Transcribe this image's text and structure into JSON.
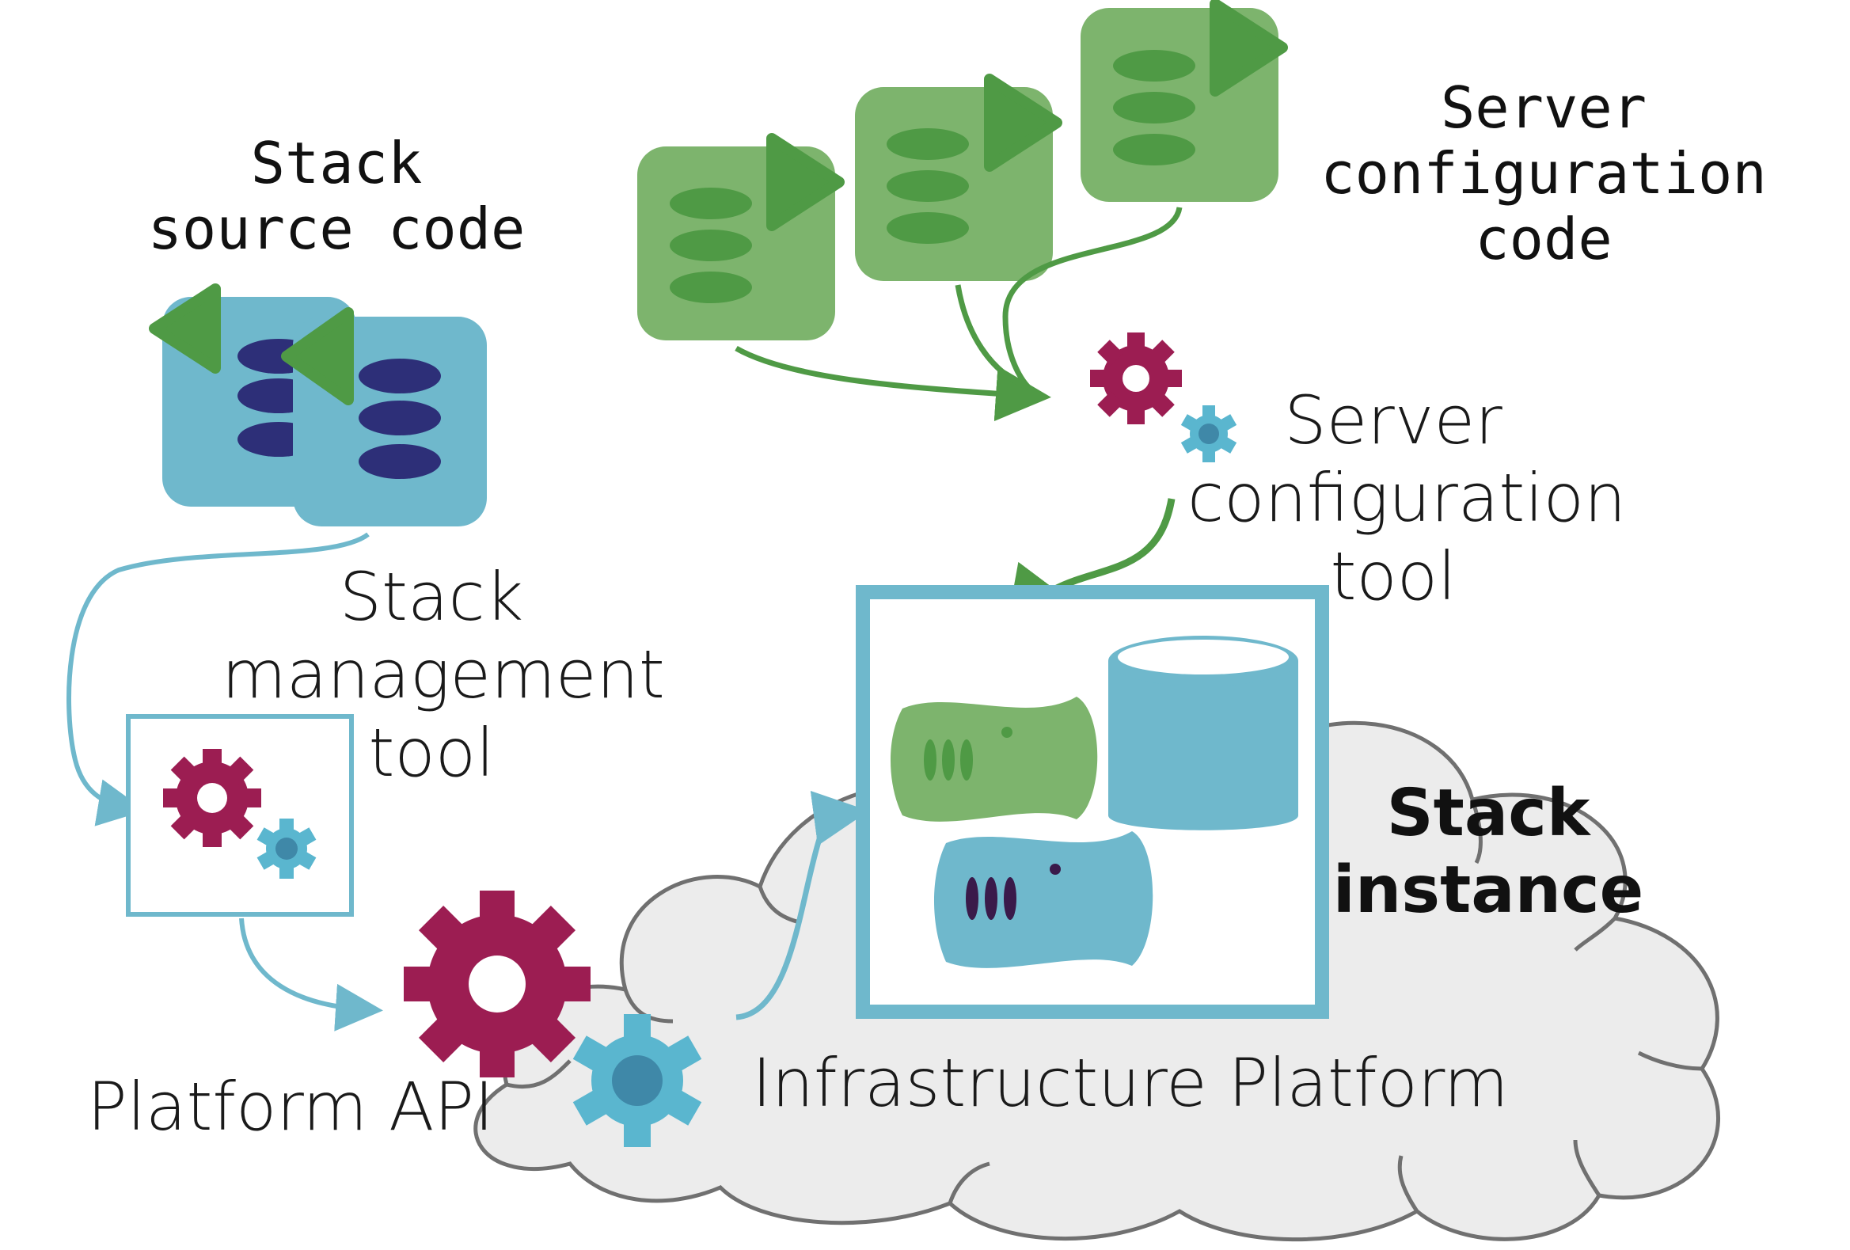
{
  "labels": {
    "stack_source_code": [
      "Stack",
      "source code"
    ],
    "server_config_code": [
      "Server",
      "configuration",
      "code"
    ],
    "server_config_tool": [
      "Server",
      "configuration",
      "tool"
    ],
    "stack_management_tool": [
      "Stack",
      "management",
      "tool"
    ],
    "stack_instance": [
      "Stack",
      "instance"
    ],
    "platform_api": "Platform API",
    "infrastructure_platform": "Infrastructure Platform"
  },
  "colors": {
    "stack_blue": "#6fb8cc",
    "stack_dark_blue": "#2d2f78",
    "config_green": "#7db46d",
    "config_dark_green": "#4f9a45",
    "gear_red": "#9c1d52",
    "gear_blue": "#5ab6cf",
    "cloud_fill": "#ececec",
    "cloud_stroke": "#707070",
    "instance_border": "#6fb8cc"
  }
}
